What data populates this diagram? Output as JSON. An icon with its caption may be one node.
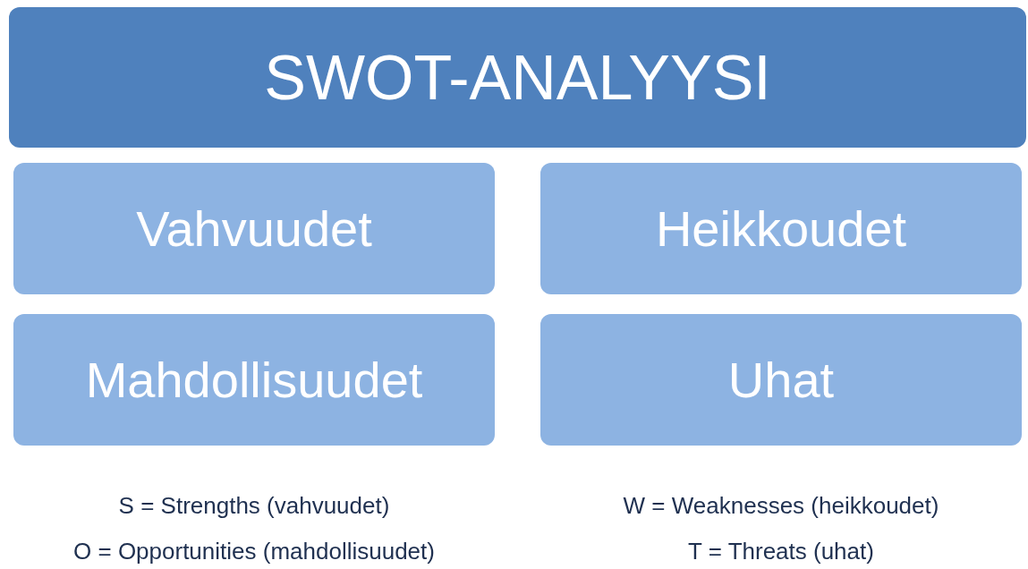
{
  "diagram": {
    "nodes": [
      {
        "text": [
          "SWOT-ANALYYSI"
        ]
      },
      {
        "text": [
          "Vahvuudet"
        ]
      },
      {
        "text": [
          "Heikkoudet"
        ]
      },
      {
        "text": [
          "Mahdollisuudet"
        ]
      },
      {
        "text": [
          "Uhat"
        ]
      }
    ],
    "labels": [
      "S = Strengths (vahvuudet)",
      "W = Weaknesses (heikkoudet)",
      "O = Opportunities (mahdollisuudet)",
      "T = Threats (uhat)"
    ]
  }
}
